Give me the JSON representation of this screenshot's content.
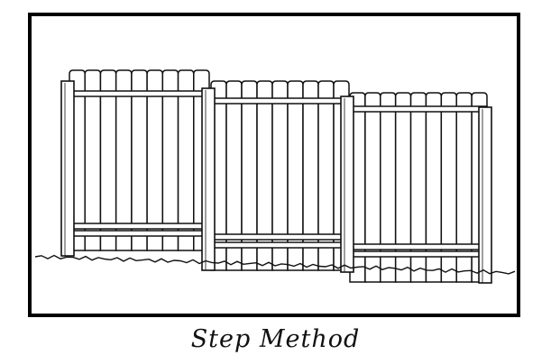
{
  "caption": "Step Method",
  "colors": {
    "line": "#111111",
    "frame": "#000000",
    "background": "#ffffff"
  },
  "illustration": {
    "subject": "fence-step-method",
    "sections": 3,
    "posts": 4
  }
}
